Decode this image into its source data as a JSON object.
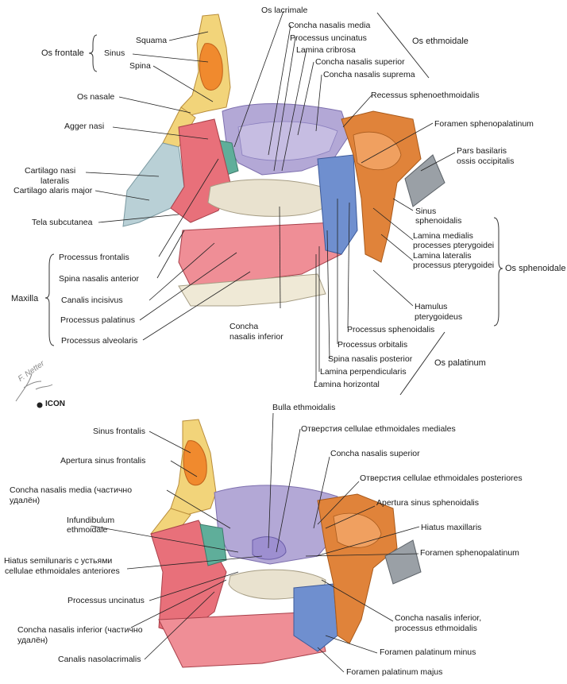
{
  "top": {
    "labels": {
      "os_lacrimale": "Os lacrimale",
      "concha_nasalis_media": "Concha nasalis media",
      "processus_uncinatus": "Processus uncinatus",
      "lamina_cribrosa": "Lamina cribrosa",
      "concha_nasalis_superior": "Concha nasalis superior",
      "concha_nasalis_suprema": "Concha nasalis suprema",
      "os_ethmoidale": "Os ethmoidale",
      "os_frontale": "Os frontale",
      "sinus": "Sinus",
      "squama": "Squama",
      "spina": "Spina",
      "os_nasale": "Os nasale",
      "agger_nasi": "Agger nasi",
      "recessus_sphenoethmoidalis": "Recessus sphenoethmoidalis",
      "foramen_sphenopalatinum": "Foramen sphenopalatinum",
      "pars_basilaris": "Pars basilaris",
      "ossis_occipitalis": "ossis occipitalis",
      "cartilago_nasi": "Cartilago nasi",
      "lateralis": "lateralis",
      "cartilago_alaris_major": "Cartilago alaris major",
      "tela_subcutanea": "Tela subcutanea",
      "sinus_sph": "Sinus",
      "sphenoidalis": "sphenoidalis",
      "lamina_medialis": "Lamina medialis",
      "processes_pterygoidei": "processes pterygoidei",
      "lamina_lateralis": "Lamina lateralis",
      "processus_pterygoidei": "processus pterygoidei",
      "os_sphenoidale": "Os sphenoidale",
      "processus_frontalis": "Processus frontalis",
      "spina_nasalis_anterior": "Spina nasalis anterior",
      "maxilla": "Maxilla",
      "canalis_incisivus": "Canalis incisivus",
      "processus_palatinus": "Processus palatinus",
      "processus_alveolaris": "Processus alveolaris",
      "hamulus": "Hamulus",
      "pterygoideus": "pterygoideus",
      "processus_sphenoidalis": "Processus sphenoidalis",
      "processus_orbitalis": "Processus orbitalis",
      "concha_nasalis_inferior_1": "Concha",
      "concha_nasalis_inferior_2": "nasalis inferior",
      "spina_nasalis_posterior": "Spina nasalis posterior",
      "os_palatinum": "Os palatinum",
      "lamina_perpendicularis": "Lamina perpendicularis",
      "lamina_horizontal": "Lamina horizontal"
    }
  },
  "bottom": {
    "labels": {
      "bulla_ethmoidalis": "Bulla ethmoidalis",
      "sinus_frontalis": "Sinus frontalis",
      "otv_mediales": "Отверстия cellulae ethmoidales mediales",
      "apertura_sinus_frontalis": "Apertura sinus frontalis",
      "concha_nasalis_superior": "Concha nasalis superior",
      "concha_media_1": "Concha nasalis media (частично",
      "concha_media_2": "удалён)",
      "otv_posteriores": "Отверстия cellulae ethmoidales posteriores",
      "apertura_sinus_sphenoidalis": "Apertura sinus sphenoidalis",
      "infundibulum_1": "Infundibulum",
      "infundibulum_2": "ethmoidale",
      "hiatus_maxillaris": "Hiatus maxillaris",
      "hiatus_semilunaris_1": "Hiatus semilunaris с устьями",
      "hiatus_semilunaris_2": "cellulae ethmoidales anteriores",
      "foramen_sphenopalatinum": "Foramen sphenopalatinum",
      "processus_uncinatus": "Processus uncinatus",
      "concha_inferior_1": "Concha nasalis inferior (частично",
      "concha_inferior_2": "удалён)",
      "concha_inferior_proc_1": "Concha nasalis inferior,",
      "concha_inferior_proc_2": "processus ethmoidalis",
      "foramen_palatinum_minus": "Foramen palatinum minus",
      "canalis_nasolacrimalis": "Canalis nasolacrimalis",
      "foramen_palatinum_majus": "Foramen palatinum majus"
    }
  },
  "signature": {
    "text": "F. Netter",
    "logo": "ICON"
  },
  "colors": {
    "ethmoid": "#b3a8d6",
    "frontal": "#f2d47a",
    "sinus": "#f08a2e",
    "maxilla": "#e8707a",
    "palatine": "#6f8fcf",
    "sphenoid": "#e0833a",
    "cartilage": "#b9d0d6",
    "concha_inf": "#e9e2cf",
    "lacrimal": "#5fae9a",
    "occipital": "#9aa0a6"
  }
}
